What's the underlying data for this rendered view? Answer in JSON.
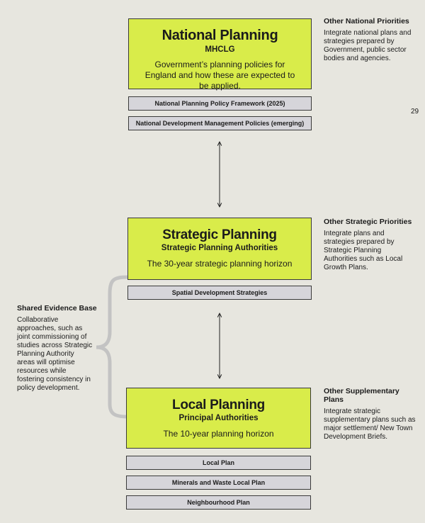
{
  "page_number": "29",
  "national": {
    "title": "National Planning",
    "subtitle": "MHCLG",
    "description": "Government’s planning policies for England and how these are expected to be applied.",
    "documents": [
      "National Planning Policy Framework (2025)",
      "National Development Management Policies (emerging)"
    ],
    "side": {
      "heading": "Other National Priorities",
      "body": "Integrate national plans and strategies prepared by Government, public sector bodies and agencies."
    }
  },
  "strategic": {
    "title": "Strategic Planning",
    "subtitle": "Strategic Planning Authorities",
    "description": "The 30-year strategic planning horizon",
    "documents": [
      "Spatial Development Strategies"
    ],
    "side": {
      "heading": "Other Strategic Priorities",
      "body": "Integrate plans and strategies prepared by Strategic Planning Authorities such as Local Growth Plans."
    }
  },
  "local": {
    "title": "Local Planning",
    "subtitle": "Principal Authorities",
    "description": "The 10-year planning horizon",
    "documents": [
      "Local Plan",
      "Minerals and Waste Local Plan",
      "Neighbourhood Plan"
    ],
    "side": {
      "heading": "Other Supplementary Plans",
      "body": "Integrate strategic supplementary plans such as major settlement/ New Town Development Briefs."
    }
  },
  "shared": {
    "heading": "Shared Evidence Base",
    "body": "Collaborative approaches, such as joint commissioning of studies across Strategic Planning Authority areas will optimise resources while fostering consistency in policy development."
  },
  "colors": {
    "background": "#e7e6df",
    "tier_fill": "#d9ec4a",
    "document_fill": "#d6d5da",
    "bracket": "#c3c3c3"
  }
}
